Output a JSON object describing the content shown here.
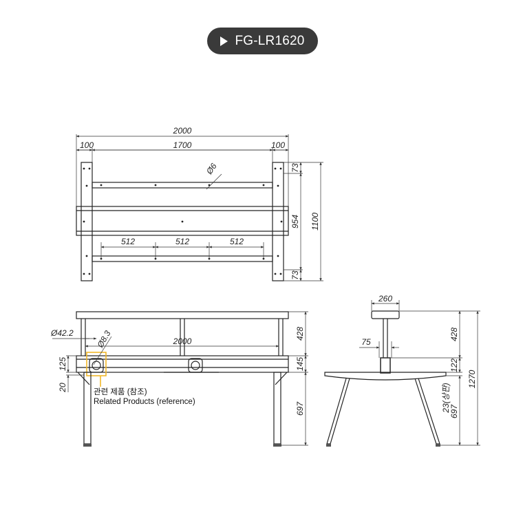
{
  "header": {
    "model_name": "FG-LR1620"
  },
  "top_view": {
    "overall_width": "2000",
    "left_offset": "100",
    "inner_width": "1700",
    "right_offset": "100",
    "hole_dia": "Ø6",
    "hole_pitches": [
      "512",
      "512",
      "512"
    ],
    "depth_top": "73",
    "depth_mid": "954",
    "depth_bottom": "73",
    "overall_depth": "1100"
  },
  "front_view": {
    "outlet_dia": "Ø42.2",
    "bolt_dia": "Ø8.3",
    "inner_width": "2000",
    "left_dim_125": "125",
    "left_dim_20": "20",
    "right_dim_428": "428",
    "right_dim_145": "145",
    "right_dim_697": "697"
  },
  "side_view": {
    "shelf_width": "260",
    "post_offset": "75",
    "dim_428": "428",
    "dim_122": "122",
    "dim_23": "23(상판)",
    "dim_697": "697",
    "overall_height": "1270"
  },
  "annotation": {
    "line1": "관련 제품 (참조)",
    "line2": "Related Products (reference)",
    "highlight_color": "#f2b82a"
  }
}
